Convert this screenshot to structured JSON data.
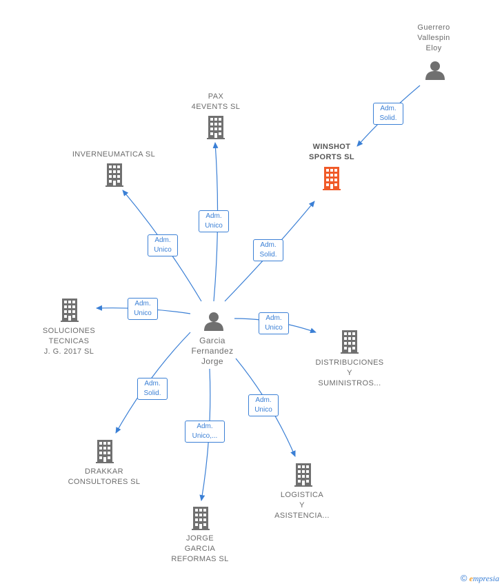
{
  "nodes": {
    "guerrero": [
      "Guerrero",
      "Vallespin",
      "Eloy"
    ],
    "winshot": [
      "WINSHOT",
      "SPORTS  SL"
    ],
    "pax": [
      "PAX",
      "4EVENTS  SL"
    ],
    "inverneumatica": [
      "INVERNEUMATICA SL"
    ],
    "soluciones": [
      "SOLUCIONES",
      "TECNICAS",
      "J.  G. 2017  SL"
    ],
    "center": [
      "Garcia",
      "Fernandez",
      "Jorge"
    ],
    "distribuciones": [
      "DISTRIBUCIONES",
      "Y",
      "SUMINISTROS..."
    ],
    "drakkar": [
      "DRAKKAR",
      "CONSULTORES SL"
    ],
    "logistica": [
      "LOGISTICA",
      "Y",
      "ASISTENCIA..."
    ],
    "jorge_reformas": [
      "JORGE",
      "GARCIA",
      "REFORMAS  SL"
    ]
  },
  "edges": {
    "guerrero_winshot": [
      "Adm.",
      "Solid."
    ],
    "center_winshot": [
      "Adm.",
      "Solid."
    ],
    "center_pax": [
      "Adm.",
      "Unico"
    ],
    "center_inverneumatica": [
      "Adm.",
      "Unico"
    ],
    "center_soluciones": [
      "Adm.",
      "Unico"
    ],
    "center_distribuciones": [
      "Adm.",
      "Unico"
    ],
    "center_drakkar": [
      "Adm.",
      "Solid."
    ],
    "center_jorge_reformas": [
      "Adm.",
      "Unico,..."
    ],
    "center_logistica": [
      "Adm.",
      "Unico"
    ]
  },
  "colors": {
    "edge": "#3a7fd5",
    "building": "#707070",
    "building_highlight": "#f05a28",
    "person": "#707070"
  },
  "icons": {
    "company": "building-icon",
    "person": "person-icon",
    "copyright": "copyright-icon"
  },
  "footer": {
    "copyright_symbol": "©",
    "brand_initial": "e",
    "brand_rest": "mpresia"
  }
}
